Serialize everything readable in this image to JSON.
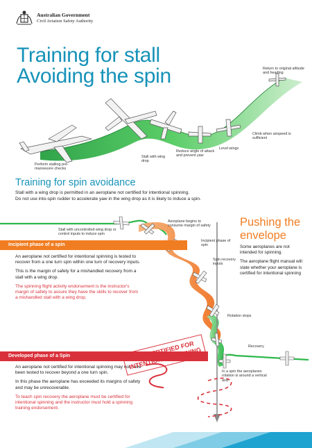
{
  "header": {
    "gov_line1": "Australian Government",
    "gov_line2": "Civil Aviation Safety Authority"
  },
  "title": {
    "line1": "Training for stall",
    "line2": "Avoiding the spin"
  },
  "top_diagram": {
    "labels": {
      "return": "Return to original altitude and heading",
      "climb": "Climb when airspeed is sufficient",
      "level": "Level wings",
      "reduce": "Reduce angle of attack and prevent yaw",
      "stall": "Stall with wing drop",
      "perform": "Perform stalling pre-manoeuvre checks"
    }
  },
  "section": {
    "heading": "Training for spin avoidance",
    "intro_line1": "Stall with a wing drop is permitted in an aeroplane not certified for intentional spinning.",
    "intro_line2": "Do not use into-spin rudder to accelerate yaw in the wing drop as it is likely to induce a spin."
  },
  "pushing": {
    "heading_line1": "Pushing the",
    "heading_line2": "envelope",
    "p1": "Some aeroplanes are not intended for spinning.",
    "p2": "The aeroplane flight manual will state whether your aeroplane is certified for intentional spinning"
  },
  "incipient": {
    "bar": "Incipient phase of a spin",
    "p1": "An aeroplane not certified for intentional spinning is tested to recover from a one turn spin within one turn of recovery inputs.",
    "p2": "This is the margin of safety for a mishandled recovery from a stall with a wing drop.",
    "p3": "The spinning flight activity endorsement is the instructor's margin of safety to assure they have the skills to recover from a mishandled stall with a wing drop."
  },
  "developed": {
    "bar": "Developed phase of a Spin",
    "p1": "An aeroplane not certified for intentional spinning may not have been tested to recover beyond a one turn spin.",
    "p2": "In this phase the aeroplane has exceeded its margins of safety and may be unrecoverable.",
    "p3": "To teach spin recovery the aeroplane must be certified for intentional spinning and the instructor must hold a spinning training endorsement."
  },
  "spin_diagram": {
    "labels": {
      "uncontrolled": "Stall with uncontrolled wing drop or control inputs to induce spin",
      "consume": "Aeroplane begins to consume margin of safety",
      "incipient": "Incipient phase of spin",
      "inputs": "Spin recovery inputs",
      "stops": "Rotation stops",
      "recovery": "Recovery",
      "axis": "In a spin the aeroplanes rotation is around a vertical axis"
    }
  },
  "stamp": {
    "line1": "NOT CERTIFIED FOR",
    "line2": "INTENTIONAL SPINNING"
  },
  "colors": {
    "teal": "#1692b8",
    "orange": "#f07d22",
    "red": "#d9313b",
    "green": "#2db84a"
  }
}
